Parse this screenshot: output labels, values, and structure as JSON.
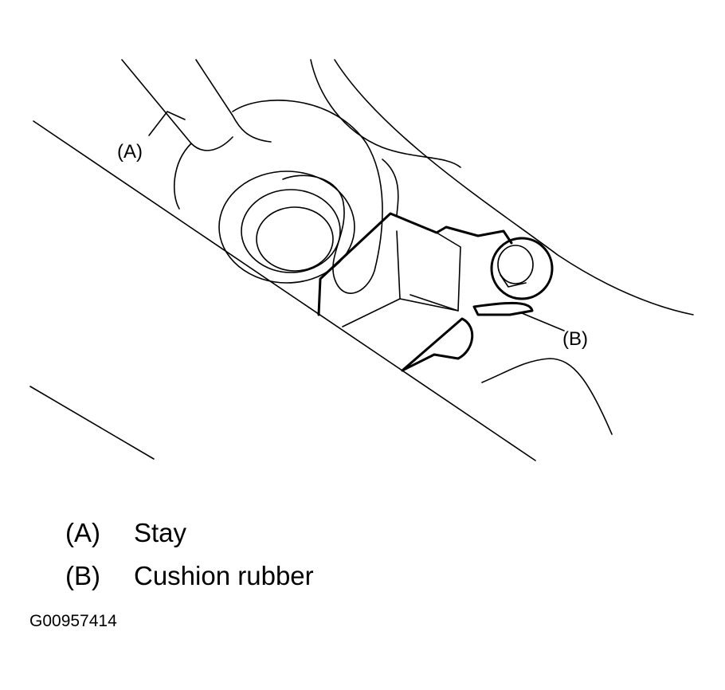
{
  "callouts": {
    "a": "(A)",
    "b": "(B)"
  },
  "legend": [
    {
      "key": "(A)",
      "label": "Stay"
    },
    {
      "key": "(B)",
      "label": "Cushion rubber"
    }
  ],
  "figure_id": "G00957414"
}
